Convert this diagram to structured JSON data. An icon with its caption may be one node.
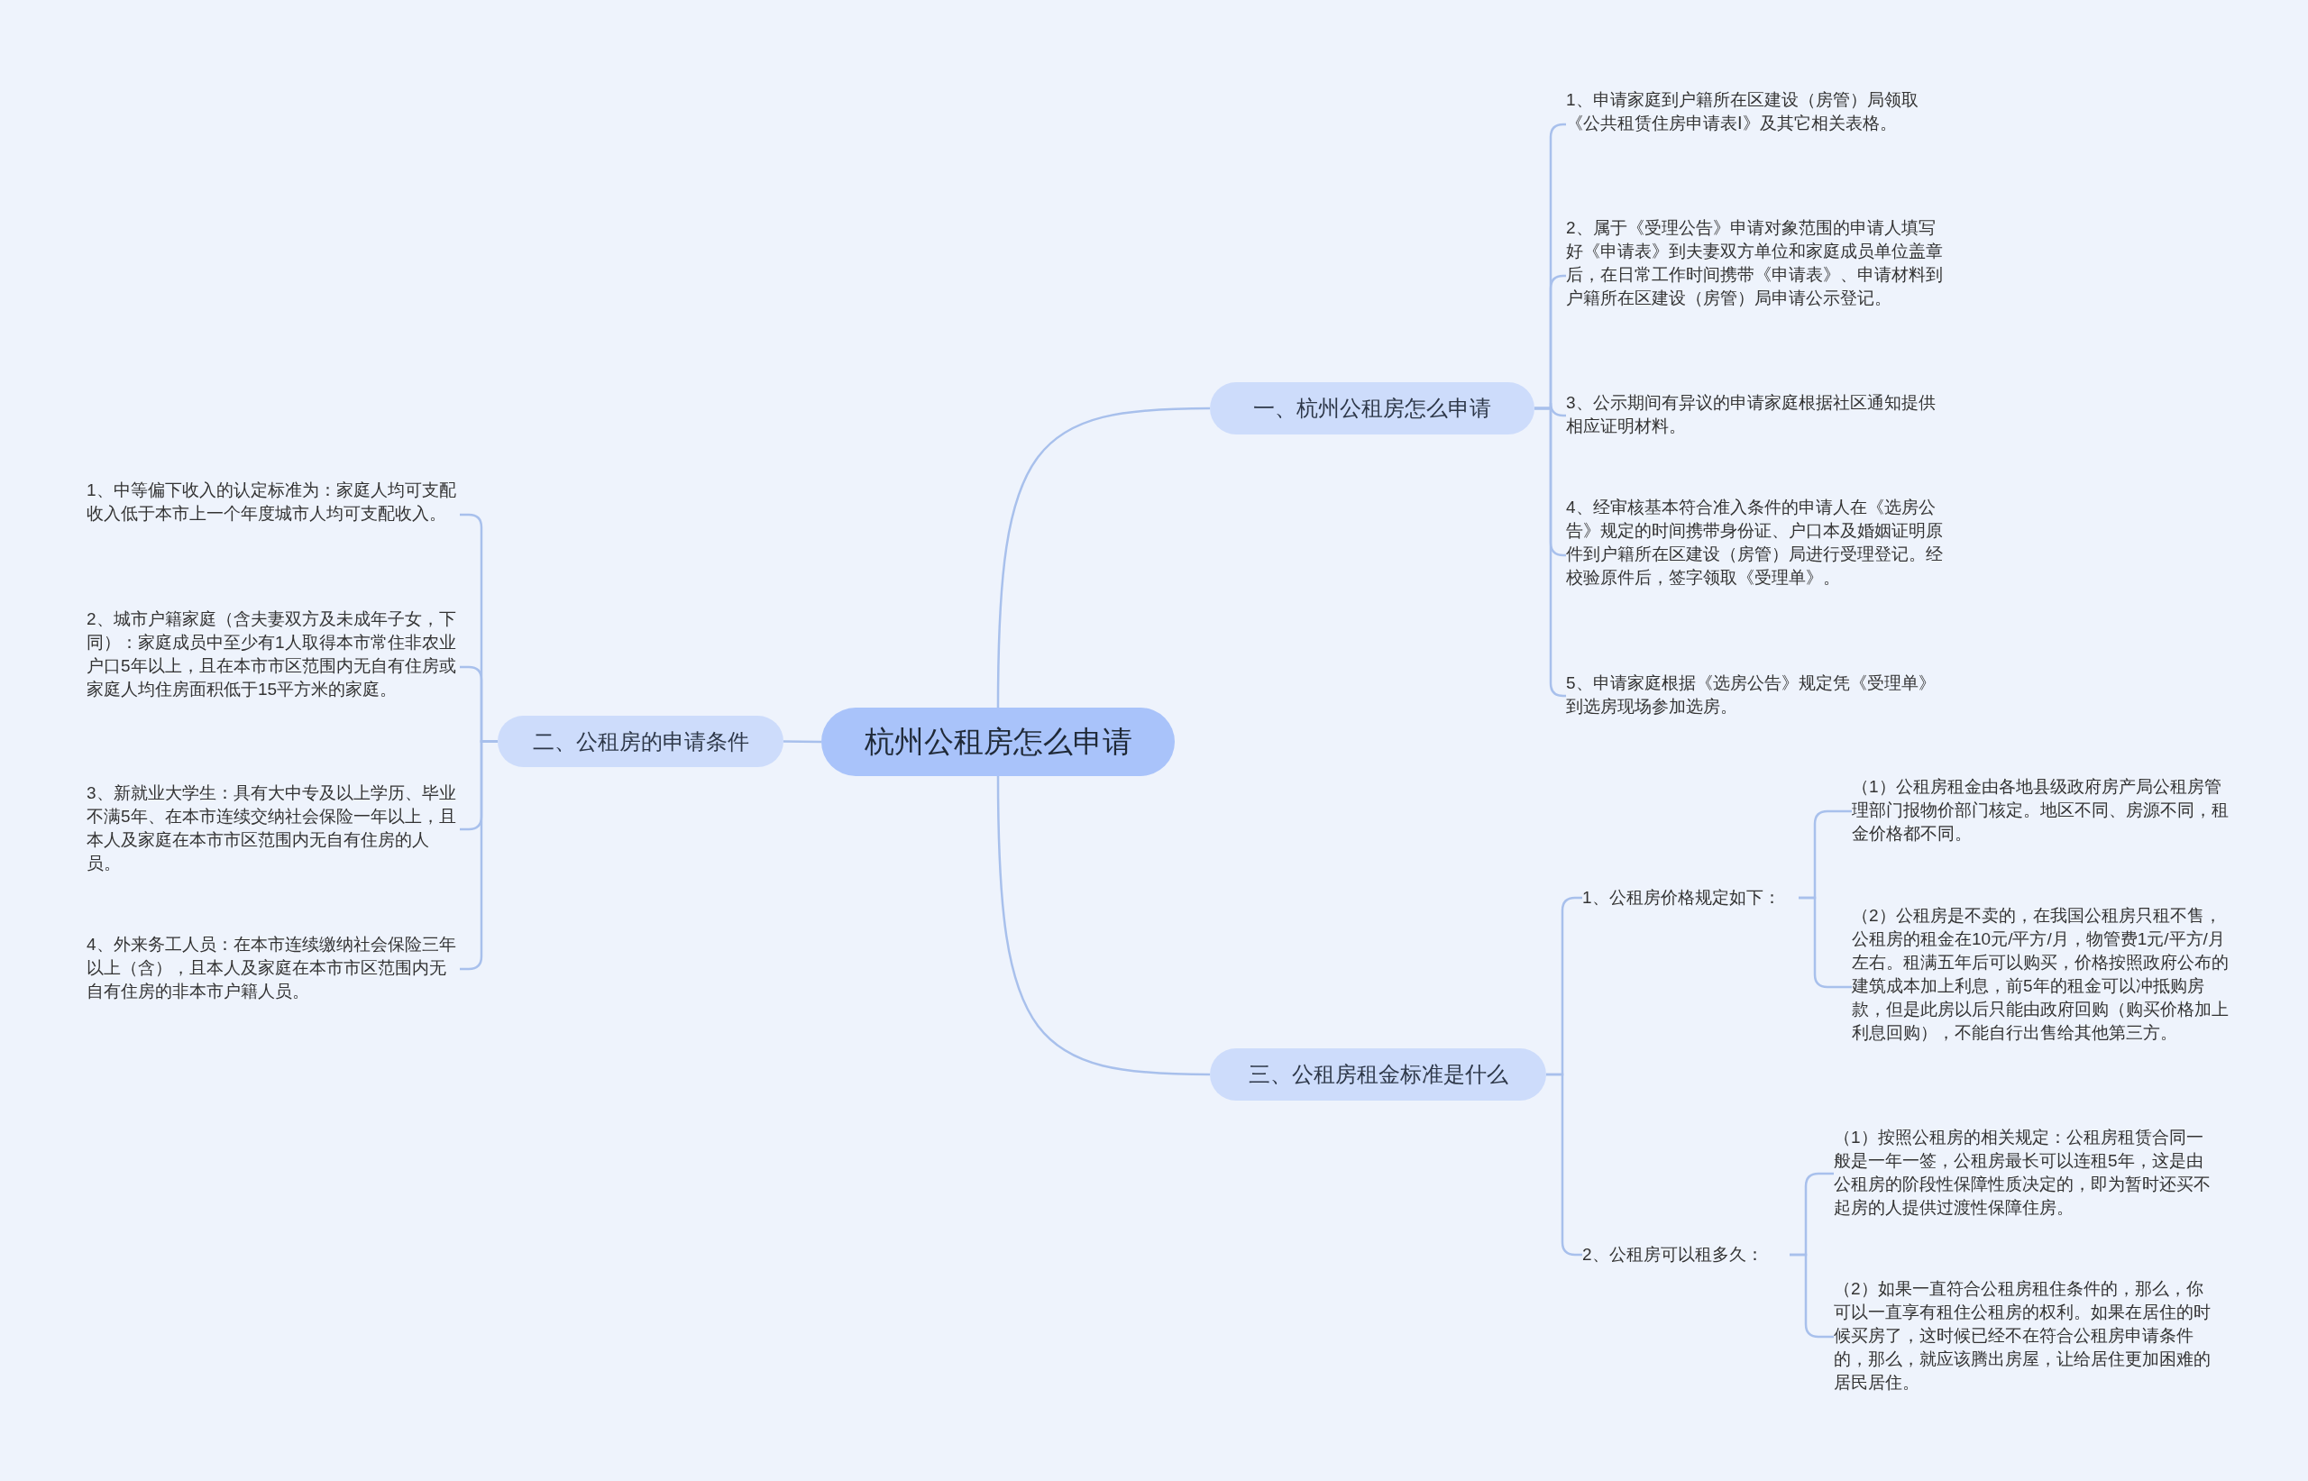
{
  "diagram": {
    "nodes": [
      {
        "text": [
          "杭州公租房怎么申请"
        ]
      },
      {
        "text": [
          "一、杭州公租房怎么申请"
        ]
      },
      {
        "text": [
          "1、申请家庭到户籍所在区建设（房管）局领取《公共租赁住房申请表Ⅰ》及其它相关表格。"
        ]
      },
      {
        "text": [
          "2、属于《受理公告》申请对象范围的申请人填写好《申请表》到夫妻双方单位和家庭成员单位盖章后，在日常工作时间携带《申请表》、申请材料到户籍所在区建设（房管）局申请公示登记。"
        ]
      },
      {
        "text": [
          "3、公示期间有异议的申请家庭根据社区通知提供相应证明材料。"
        ]
      },
      {
        "text": [
          "4、经审核基本符合准入条件的申请人在《选房公告》规定的时间携带身份证、户口本及婚姻证明原件到户籍所在区建设（房管）局进行受理登记。经校验原件后，签字领取《受理单》。"
        ]
      },
      {
        "text": [
          "5、申请家庭根据《选房公告》规定凭《受理单》到选房现场参加选房。"
        ]
      },
      {
        "text": [
          "二、公租房的申请条件"
        ]
      },
      {
        "text": [
          "1、中等偏下收入的认定标准为：家庭人均可支配收入低于本市上一个年度城市人均可支配收入。"
        ]
      },
      {
        "text": [
          "2、城市户籍家庭（含夫妻双方及未成年子女，下同）：家庭成员中至少有1人取得本市常住非农业户口5年以上，且在本市市区范围内无自有住房或家庭人均住房面积低于15平方米的家庭。"
        ]
      },
      {
        "text": [
          "3、新就业大学生：具有大中专及以上学历、毕业不满5年、在本市连续交纳社会保险一年以上，且本人及家庭在本市市区范围内无自有住房的人员。"
        ]
      },
      {
        "text": [
          "4、外来务工人员：在本市连续缴纳社会保险三年以上（含），且本人及家庭在本市市区范围内无自有住房的非本市户籍人员。"
        ]
      },
      {
        "text": [
          "三、公租房租金标准是什么"
        ]
      },
      {
        "text": [
          "1、公租房价格规定如下："
        ]
      },
      {
        "text": [
          "（1）公租房租金由各地县级政府房产局公租房管理部门报物价部门核定。地区不同、房源不同，租金价格都不同。"
        ]
      },
      {
        "text": [
          "（2）公租房是不卖的，在我国公租房只租不售，公租房的租金在10元/平方/月，物管费1元/平方/月左右。租满五年后可以购买，价格按照政府公布的建筑成本加上利息，前5年的租金可以冲抵购房款，但是此房以后只能由政府回购（购买价格加上利息回购），不能自行出售给其他第三方。"
        ]
      },
      {
        "text": [
          "2、公租房可以租多久："
        ]
      },
      {
        "text": [
          "（1）按照公租房的相关规定：公租房租赁合同一般是一年一签，公租房最长可以连租5年，这是由公租房的阶段性保障性质决定的，即为暂时还买不起房的人提供过渡性保障住房。"
        ]
      },
      {
        "text": [
          "（2）如果一直符合公租房租住条件的，那么，你可以一直享有租住公租房的权利。如果在居住的时候买房了，这时候已经不在符合公租房申请条件的，那么，就应该腾出房屋，让给居住更加困难的居民居住。"
        ]
      }
    ],
    "edges": [
      {
        "from": 0,
        "to": 1,
        "arrow": "none"
      },
      {
        "from": 1,
        "to": 2,
        "arrow": "none"
      },
      {
        "from": 1,
        "to": 3,
        "arrow": "none"
      },
      {
        "from": 1,
        "to": 4,
        "arrow": "none"
      },
      {
        "from": 1,
        "to": 5,
        "arrow": "none"
      },
      {
        "from": 1,
        "to": 6,
        "arrow": "none"
      },
      {
        "from": 0,
        "to": 7,
        "arrow": "none"
      },
      {
        "from": 7,
        "to": 8,
        "arrow": "none"
      },
      {
        "from": 7,
        "to": 9,
        "arrow": "none"
      },
      {
        "from": 7,
        "to": 10,
        "arrow": "none"
      },
      {
        "from": 7,
        "to": 11,
        "arrow": "none"
      },
      {
        "from": 0,
        "to": 12,
        "arrow": "none"
      },
      {
        "from": 12,
        "to": 13,
        "arrow": "none"
      },
      {
        "from": 12,
        "to": 16,
        "arrow": "none"
      },
      {
        "from": 13,
        "to": 14,
        "arrow": "none"
      },
      {
        "from": 13,
        "to": 15,
        "arrow": "none"
      },
      {
        "from": 16,
        "to": 17,
        "arrow": "none"
      },
      {
        "from": 16,
        "to": 18,
        "arrow": "none"
      }
    ]
  }
}
